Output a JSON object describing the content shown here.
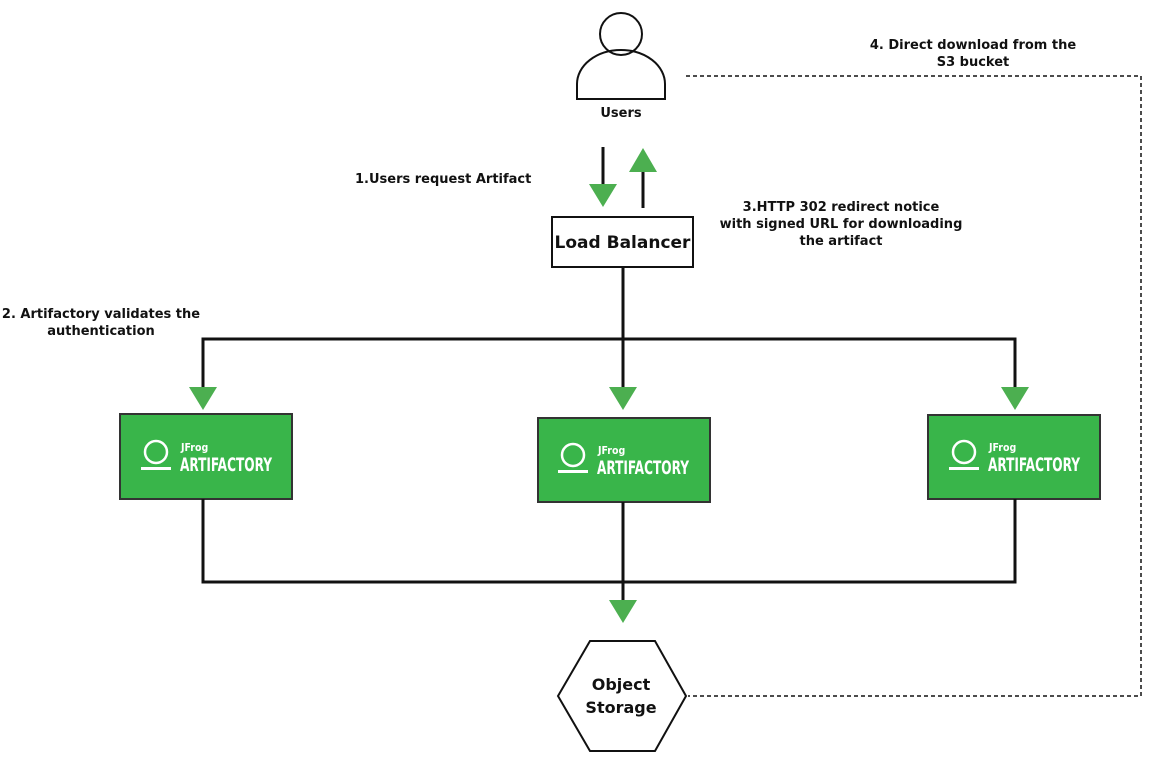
{
  "colors": {
    "node_green": "#39b54a",
    "arrow_green": "#4caf50",
    "line": "#111111"
  },
  "users": {
    "label": "Users",
    "icon": "user-icon"
  },
  "load_balancer": {
    "label": "Load Balancer"
  },
  "artifactory": {
    "brand_small": "JFrog",
    "brand_big": "ARTIFACTORY",
    "icon": "artifactory-logo-icon"
  },
  "object_storage": {
    "line1": "Object",
    "line2": "Storage"
  },
  "steps": {
    "step1": "1.Users request Artifact",
    "step2": [
      "2. Artifactory validates the",
      "authentication"
    ],
    "step3": [
      "3.HTTP 302 redirect notice",
      "with signed URL for downloading",
      "the artifact"
    ],
    "step4": [
      "4. Direct download from the",
      "S3 bucket"
    ]
  }
}
